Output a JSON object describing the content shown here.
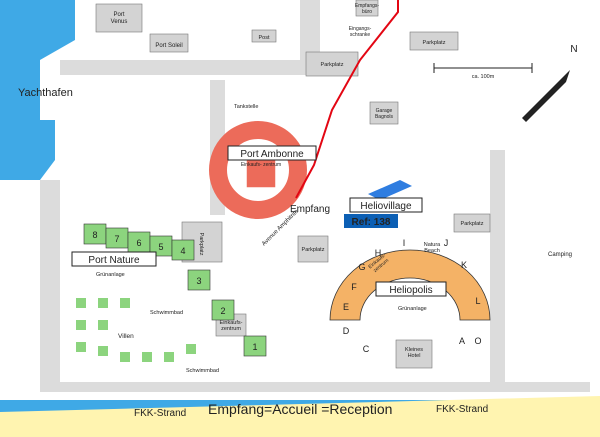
{
  "title": "Port Ambonne",
  "labels": {
    "yachthafen": "Yachthafen",
    "port_venus": "Port\nVenus",
    "port_soleil": "Port Soleil",
    "post": "Post",
    "empfangsbuero": "Empfangs-\nbüro",
    "eingangsschranke": "Eingangs-\nschranke",
    "parkplatz": "Parkplatz",
    "tankstelle": "Tankstelle",
    "garage": "Garage\nBagnols",
    "port_ambonne": "Port Ambonne",
    "einkaufszentrum_ambonne": "Einkaufs-\nzentrum",
    "empfang": "Empfang",
    "heliovillage": "Heliovillage",
    "ref": "Ref: 138",
    "avenue": "Avenue Amphitrite",
    "port_nature": "Port Nature",
    "gruenanlage": "Grünanlage",
    "heliopolis": "Heliopolis",
    "schwimmbad": "Schwimmbad",
    "villen": "Villen",
    "einkaufszentrum": "Einkaufs-\nzentrum",
    "kleines_hotel": "Kleines\nHotel",
    "natura_beach": "Natura\nBeach",
    "einkaufszentrum_helio": "Einkaufs-\nzentrum",
    "camping": "Camping",
    "fkk_left": "FKK-Strand",
    "fkk_right": "FKK-Strand",
    "reception": "Empfang=Accueil =Reception",
    "scale": "ca. 100m",
    "north": "N"
  },
  "nature_blocks": [
    "8",
    "7",
    "6",
    "5",
    "4",
    "3",
    "2",
    "1"
  ],
  "helio_blocks": [
    "C",
    "D",
    "E",
    "F",
    "G",
    "H",
    "I",
    "J",
    "K",
    "L",
    "A",
    "O"
  ],
  "colors": {
    "sea": "#3fa9e6",
    "land": "#ffffff",
    "road": "#d6d6d6",
    "building": "#d3d3d3",
    "nature": "#8cd47e",
    "helio": "#f4b266",
    "ambonne": "#ec6b5a",
    "beach": "#fff4b0",
    "red": "#e30613",
    "ref_bg": "#0c5fb4"
  }
}
